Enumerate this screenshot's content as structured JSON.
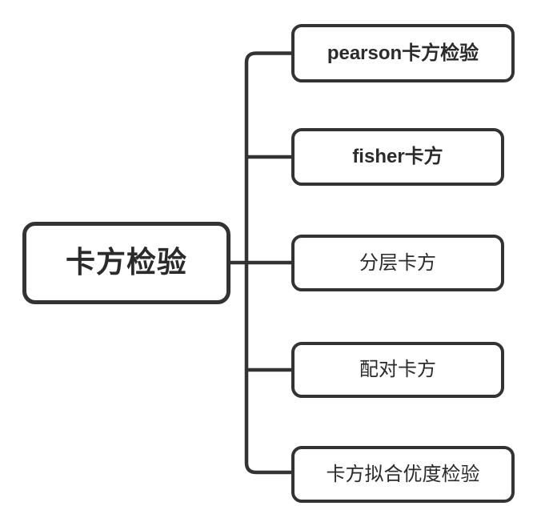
{
  "diagram": {
    "type": "mind-map",
    "title": "卡方检验",
    "orientation": "left-to-right",
    "colors": {
      "background": "#ffffff",
      "stroke": "#333333",
      "node_fill": "#ffffff",
      "text": "#2b2b2b"
    },
    "root": {
      "label": "卡方检验",
      "emphasis": "bold"
    },
    "children": [
      {
        "label": "pearson卡方检验",
        "emphasis": "bold"
      },
      {
        "label": "fisher卡方",
        "emphasis": "bold"
      },
      {
        "label": "分层卡方",
        "emphasis": "normal"
      },
      {
        "label": "配对卡方",
        "emphasis": "normal"
      },
      {
        "label": "卡方拟合优度检验",
        "emphasis": "normal"
      }
    ]
  }
}
